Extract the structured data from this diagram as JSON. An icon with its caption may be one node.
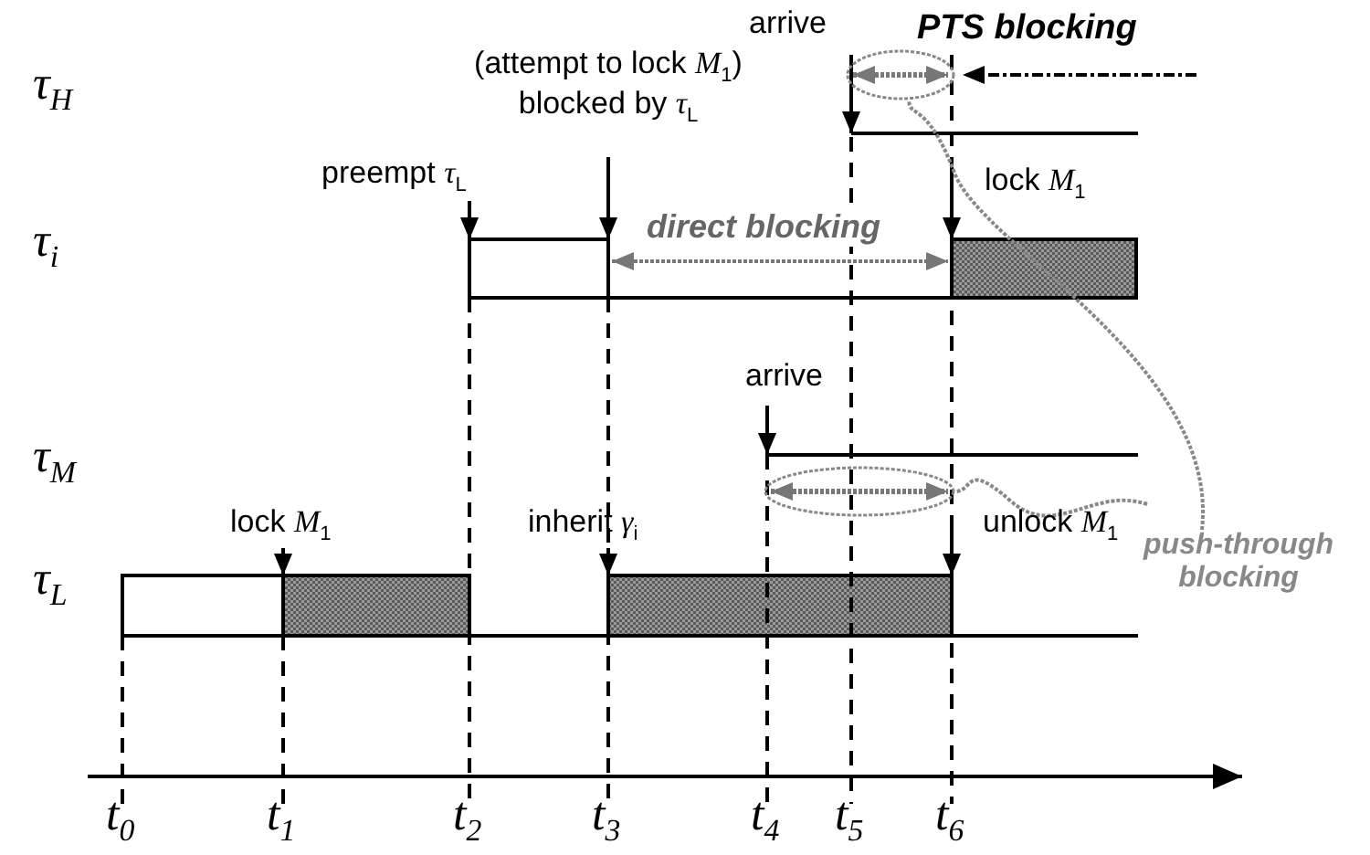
{
  "diagram": {
    "nodes": [
      {
        "text": [
          "PTS blocking"
        ]
      },
      {
        "text": [
          "push-through blocking"
        ]
      },
      {
        "text": [],
        "shape": "ellipse"
      },
      {
        "text": [],
        "shape": "ellipse"
      }
    ],
    "edges": [
      {
        "from": null,
        "to": 2,
        "arrow": "to",
        "style": "dashed",
        "color": "#000000"
      },
      {
        "from": 1,
        "to": 2,
        "arrow": "none",
        "style": "dashed"
      },
      {
        "from": 1,
        "to": 3,
        "arrow": "none",
        "style": "dashed"
      }
    ],
    "labels": [
      "τ$_{H}$",
      "arrive",
      "(attempt to lock *M*$_{1}$) blocked by *τ*$_{L}$",
      "preempt *τ*$_{L}$",
      "lock *M*$_{1}$",
      "τ$_{i}$",
      "direct blocking",
      "arrive",
      "τ$_{M}$",
      "lock *M*$_{1}$",
      "inherit *γ*$_{i}$",
      "unlock *M*$_{1}$",
      "τ$_{L}$",
      "t$_{0}$",
      "t$_{1}$",
      "t$_{2}$",
      "t$_{3}$",
      "t$_{4}$",
      "t$_{5}$",
      "t$_{6}$"
    ]
  }
}
